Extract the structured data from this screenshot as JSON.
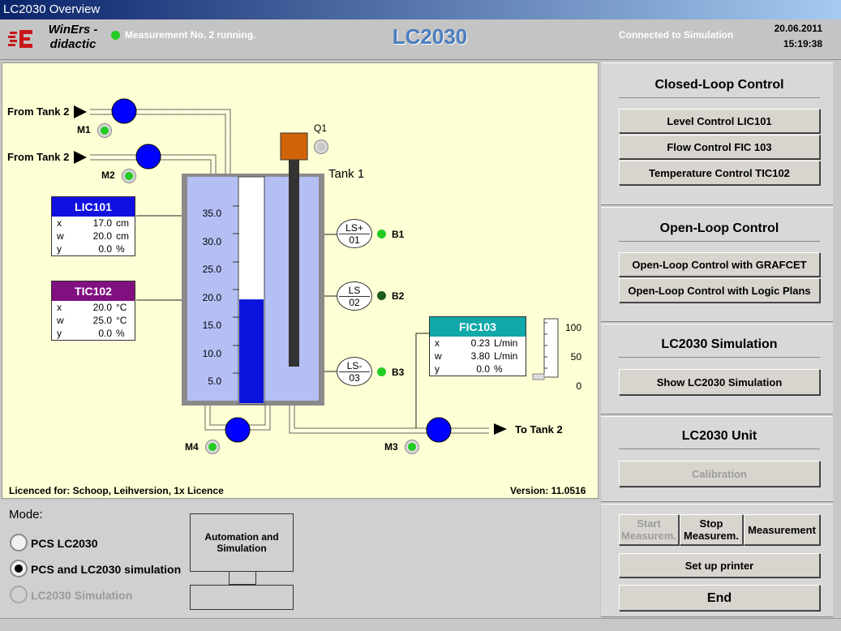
{
  "window": {
    "title": "LC2030 Overview"
  },
  "header": {
    "logo_line1": "WinErs -",
    "logo_line2": "didactic",
    "status_message": "Measurement No. 2 running.",
    "app_title": "LC2030",
    "connection": "Connected to Simulation",
    "date": "20.06.2011",
    "time": "15:19:38"
  },
  "process": {
    "inlet1_label": "From Tank 2",
    "inlet2_label": "From Tank 2",
    "outlet_label": "To Tank 2",
    "tank_label": "Tank 1",
    "valve_label": "Q1",
    "pumps": {
      "m1": "M1",
      "m2": "M2",
      "m3": "M3",
      "m4": "M4"
    },
    "scale_ticks": [
      "35.0",
      "30.0",
      "25.0",
      "20.0",
      "15.0",
      "10.0",
      "5.0"
    ],
    "level_fraction": 0.46,
    "switches": [
      {
        "top": "LS+",
        "bottom": "01",
        "label": "B1",
        "color": "#22cc22"
      },
      {
        "top": "LS",
        "bottom": "02",
        "label": "B2",
        "color": "#1e5a1e"
      },
      {
        "top": "LS-",
        "bottom": "03",
        "label": "B3",
        "color": "#22cc22"
      }
    ],
    "lic101": {
      "title": "LIC101",
      "color": "#1010e0",
      "rows": [
        {
          "k": "x",
          "v": "17.0",
          "u": "cm"
        },
        {
          "k": "w",
          "v": "20.0",
          "u": "cm"
        },
        {
          "k": "y",
          "v": "0.0",
          "u": "%"
        }
      ]
    },
    "tic102": {
      "title": "TIC102",
      "color": "#801080",
      "rows": [
        {
          "k": "x",
          "v": "20.0",
          "u": "°C"
        },
        {
          "k": "w",
          "v": "25.0",
          "u": "°C"
        },
        {
          "k": "y",
          "v": "0.0",
          "u": "%"
        }
      ]
    },
    "fic103": {
      "title": "FIC103",
      "color": "#10a8a8",
      "rows": [
        {
          "k": "x",
          "v": "0.23",
          "u": "L/min"
        },
        {
          "k": "w",
          "v": "3.80",
          "u": "L/min"
        },
        {
          "k": "y",
          "v": "0.0",
          "u": "%"
        }
      ]
    },
    "gauge_labels": [
      "100",
      "50",
      "0"
    ],
    "licence": "Licenced for: Schoop, Leihversion, 1x Licence",
    "version": "Version: 11.0516"
  },
  "mode": {
    "title": "Mode:",
    "options": [
      "PCS LC2030",
      "PCS and LC2030 simulation",
      "LC2030 Simulation"
    ],
    "selected_index": 1,
    "box_label": "Automation and Simulation"
  },
  "panel": {
    "closed_loop": {
      "title": "Closed-Loop Control",
      "buttons": [
        "Level Control LIC101",
        "Flow Control FIC 103",
        "Temperature Control TIC102"
      ]
    },
    "open_loop": {
      "title": "Open-Loop Control",
      "buttons": [
        "Open-Loop Control with GRAFCET",
        "Open-Loop Control with Logic Plans"
      ]
    },
    "simulation": {
      "title": "LC2030 Simulation",
      "button": "Show LC2030 Simulation"
    },
    "unit": {
      "title": "LC2030 Unit",
      "button": "Calibration"
    },
    "start_label": "Start Measurem.",
    "stop_label": "Stop Measurem.",
    "measurement_label": "Measurement",
    "printer_label": "Set up printer",
    "end_label": "End"
  },
  "colors": {
    "pump": "#0000ff",
    "tank": "#b4bff4",
    "fill": "#0a14dc",
    "led_on": "#22cc22"
  }
}
